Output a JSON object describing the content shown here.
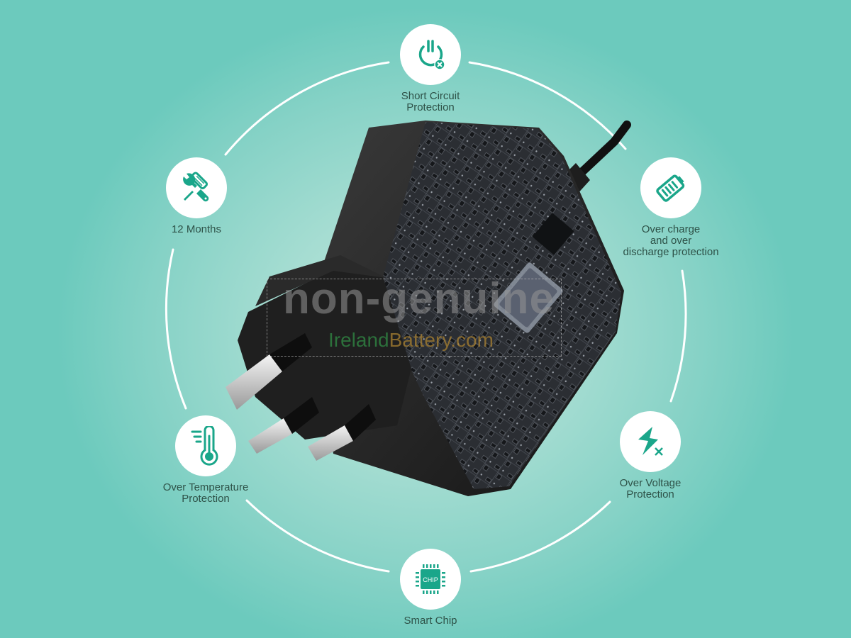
{
  "colors": {
    "background_center": "#bfe6de",
    "background_edge": "#6ccabd",
    "icon_teal": "#1aa68a",
    "badge_bg": "#ffffff",
    "label_text": "#2e5248",
    "ring_line": "#ffffff"
  },
  "features": [
    {
      "id": "short-circuit",
      "icon": "power-x-icon",
      "label_lines": [
        "Short Circuit",
        "Protection"
      ]
    },
    {
      "id": "overcharge",
      "icon": "battery-icon",
      "label_lines": [
        "Over charge",
        "and over",
        "discharge protection"
      ]
    },
    {
      "id": "over-voltage",
      "icon": "lightning-x-icon",
      "label_lines": [
        "Over Voltage",
        "Protection"
      ]
    },
    {
      "id": "smart-chip",
      "icon": "chip-icon",
      "icon_text": "CHIP",
      "label_lines": [
        "Smart Chip"
      ]
    },
    {
      "id": "over-temperature",
      "icon": "thermometer-icon",
      "label_lines": [
        "Over Temperature",
        "Protection"
      ]
    },
    {
      "id": "warranty",
      "icon": "tools-icon",
      "label_lines": [
        "12 Months"
      ]
    }
  ],
  "product": {
    "description": "UK 3-pin plug power adapter with circuit-board pattern"
  },
  "watermark": {
    "main": "non-genuine",
    "site_part1": "Ireland",
    "site_part2": "Battery.com"
  }
}
